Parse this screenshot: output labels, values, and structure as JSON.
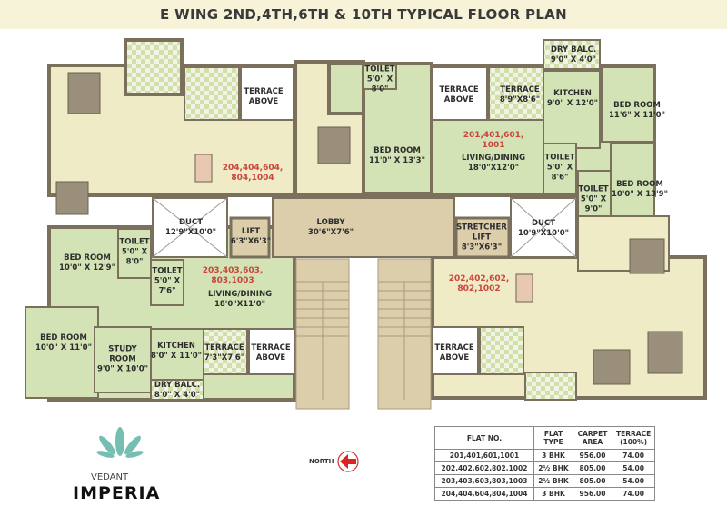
{
  "title": "E WING 2ND,4TH,6TH & 10TH TYPICAL FLOOR PLAN",
  "colors": {
    "room_green": "#d3e3b5",
    "room_cream": "#efebc6",
    "wall": "#7b705c",
    "lobby": "#dccdab",
    "flat_label": "#c8463a"
  },
  "common": {
    "duct_left": [
      "DUCT",
      "12'9\"X10'0\""
    ],
    "lift": [
      "LIFT",
      "6'3\"X6'3\""
    ],
    "lobby": [
      "LOBBY",
      "30'6\"X7'6\""
    ],
    "stretcher_lift": [
      "STRETCHER",
      "LIFT",
      "8'3\"X6'3\""
    ],
    "duct_right": [
      "DUCT",
      "10'9\"X10'0\""
    ]
  },
  "flat_204": {
    "flat_no": [
      "204,404,604,",
      "804,1004"
    ],
    "terrace_above": [
      "TERRACE",
      "ABOVE"
    ]
  },
  "flat_201": {
    "flat_no": [
      "201,401,601,",
      "1001"
    ],
    "toilet_1": [
      "TOILET",
      "5'0\" X",
      "8'0\""
    ],
    "terrace_above": [
      "TERRACE",
      "ABOVE"
    ],
    "terrace": [
      "TERRACE",
      "8'9\"X8'6\""
    ],
    "dry_balc": [
      "DRY BALC.",
      "9'0\" X 4'0\""
    ],
    "kitchen": [
      "KITCHEN",
      "9'0\" X 12'0\""
    ],
    "bedroom_1": [
      "BED ROOM",
      "11'6\" X 11'0\""
    ],
    "bedroom_2": [
      "BED ROOM",
      "11'0\" X 13'3\""
    ],
    "living": [
      "LIVING/DINING",
      "18'0\"X12'0\""
    ],
    "toilet_2": [
      "TOILET",
      "5'0\" X",
      "8'6\""
    ],
    "toilet_3": [
      "TOILET",
      "5'0\" X",
      "9'0\""
    ],
    "bedroom_3": [
      "BED ROOM",
      "10'0\" X 13'9\""
    ]
  },
  "flat_203": {
    "flat_no": [
      "203,403,603,",
      "803,1003"
    ],
    "bedroom_1": [
      "BED ROOM",
      "10'0\" X 12'9\""
    ],
    "toilet_1": [
      "TOILET",
      "5'0\" X",
      "8'0\""
    ],
    "toilet_2": [
      "TOILET",
      "5'0\" X",
      "7'6\""
    ],
    "living": [
      "LIVING/DINING",
      "18'0\"X11'0\""
    ],
    "bedroom_2": [
      "BED ROOM",
      "10'0\" X 11'0\""
    ],
    "study": [
      "STUDY",
      "ROOM",
      "9'0\" X 10'0\""
    ],
    "kitchen": [
      "KITCHEN",
      "8'0\" X 11'0\""
    ],
    "terrace": [
      "TERRACE",
      "7'3\"X7'6\""
    ],
    "terrace_above": [
      "TERRACE",
      "ABOVE"
    ],
    "dry_balc": [
      "DRY BALC.",
      "8'0\" X 4'0\""
    ]
  },
  "flat_202": {
    "flat_no": [
      "202,402,602,",
      "802,1002"
    ],
    "terrace_above": [
      "TERRACE",
      "ABOVE"
    ]
  },
  "logo": {
    "line1": "VEDANT",
    "line2": "IMPERIA"
  },
  "north_label": "NORTH",
  "table": {
    "headers": [
      "FLAT NO.",
      "FLAT TYPE",
      "CARPET AREA",
      "TERRACE (100%)"
    ],
    "rows": [
      [
        "201,401,601,1001",
        "3 BHK",
        "956.00",
        "74.00"
      ],
      [
        "202,402,602,802,1002",
        "2½ BHK",
        "805.00",
        "54.00"
      ],
      [
        "203,403,603,803,1003",
        "2½ BHK",
        "805.00",
        "54.00"
      ],
      [
        "204,404,604,804,1004",
        "3 BHK",
        "956.00",
        "74.00"
      ]
    ]
  }
}
